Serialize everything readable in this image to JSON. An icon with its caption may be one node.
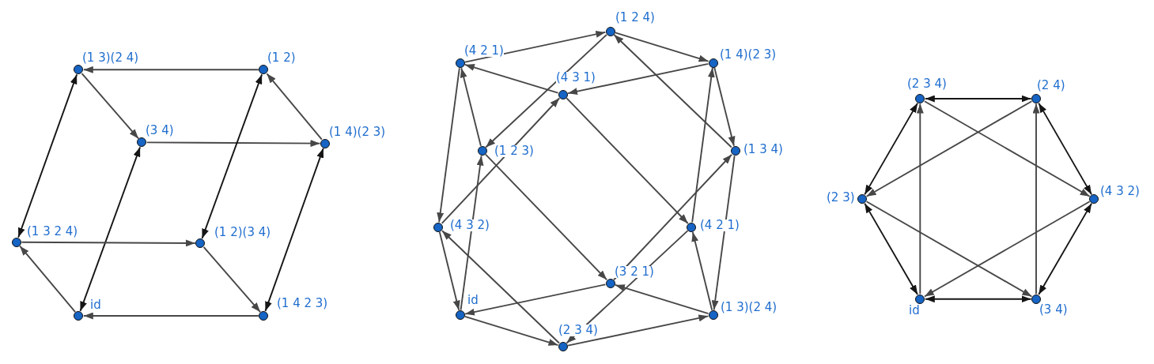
{
  "diagram": {
    "nodes": [
      {
        "text": [],
        "shape": "circle",
        "beside": [
          "(1 3)(2 4)"
        ]
      },
      {
        "text": [],
        "shape": "circle",
        "beside": [
          "(1 2)"
        ]
      },
      {
        "text": [],
        "shape": "circle",
        "beside": [
          "(3 4)"
        ]
      },
      {
        "text": [],
        "shape": "circle",
        "beside": [
          "(1 4)(2 3)"
        ]
      },
      {
        "text": [],
        "shape": "circle",
        "beside": [
          "(1 3 2 4)"
        ]
      },
      {
        "text": [],
        "shape": "circle",
        "beside": [
          "(1 2)(3 4)"
        ]
      },
      {
        "text": [],
        "shape": "circle",
        "beside": [
          "id"
        ]
      },
      {
        "text": [],
        "shape": "circle",
        "beside": [
          "(1 4 2 3)"
        ]
      },
      {
        "text": [],
        "shape": "circle",
        "beside": [
          "(1 2 4)"
        ]
      },
      {
        "text": [],
        "shape": "circle",
        "beside": [
          "(4 2 1)"
        ]
      },
      {
        "text": [],
        "shape": "circle",
        "beside": [
          "(1 4)(2 3)"
        ]
      },
      {
        "text": [],
        "shape": "circle",
        "beside": [
          "(4 3 1)"
        ]
      },
      {
        "text": [],
        "shape": "circle",
        "beside": [
          "(1 2 3)"
        ]
      },
      {
        "text": [],
        "shape": "circle",
        "beside": [
          "(1 3 4)"
        ]
      },
      {
        "text": [],
        "shape": "circle",
        "beside": [
          "(4 3 2)"
        ]
      },
      {
        "text": [],
        "shape": "circle",
        "beside": [
          "(4 2 1)"
        ]
      },
      {
        "text": [],
        "shape": "circle",
        "beside": [
          "(3 2 1)"
        ]
      },
      {
        "text": [],
        "shape": "circle",
        "beside": [
          "id"
        ]
      },
      {
        "text": [],
        "shape": "circle",
        "beside": [
          "(1 3)(2 4)"
        ]
      },
      {
        "text": [],
        "shape": "circle",
        "beside": [
          "(2 3 4)"
        ]
      },
      {
        "text": [],
        "shape": "circle",
        "beside": [
          "(2 3 4)"
        ]
      },
      {
        "text": [],
        "shape": "circle",
        "beside": [
          "(2 4)"
        ]
      },
      {
        "text": [],
        "shape": "circle",
        "beside": [
          "(2 3)"
        ]
      },
      {
        "text": [],
        "shape": "circle",
        "beside": [
          "(4 3 2)"
        ]
      },
      {
        "text": [],
        "shape": "circle",
        "beside": [
          "id"
        ]
      },
      {
        "text": [],
        "shape": "circle",
        "beside": [
          "(3 4)"
        ]
      }
    ],
    "edges": [
      {
        "from": 1,
        "to": 0,
        "arrow": "to"
      },
      {
        "from": 0,
        "to": 2,
        "arrow": "to"
      },
      {
        "from": 2,
        "to": 3,
        "arrow": "to"
      },
      {
        "from": 3,
        "to": 1,
        "arrow": "to"
      },
      {
        "from": 4,
        "to": 0,
        "arrow": "both",
        "color": "#151515"
      },
      {
        "from": 6,
        "to": 2,
        "arrow": "both",
        "color": "#151515"
      },
      {
        "from": 5,
        "to": 1,
        "arrow": "both",
        "color": "#151515"
      },
      {
        "from": 7,
        "to": 3,
        "arrow": "both",
        "color": "#151515"
      },
      {
        "from": 4,
        "to": 5,
        "arrow": "to"
      },
      {
        "from": 5,
        "to": 7,
        "arrow": "to"
      },
      {
        "from": 7,
        "to": 6,
        "arrow": "to"
      },
      {
        "from": 6,
        "to": 4,
        "arrow": "to"
      },
      {
        "from": 9,
        "to": 8,
        "arrow": "to"
      },
      {
        "from": 8,
        "to": 10,
        "arrow": "to"
      },
      {
        "from": 8,
        "to": 12,
        "arrow": "to"
      },
      {
        "from": 13,
        "to": 8,
        "arrow": "to"
      },
      {
        "from": 10,
        "to": 11,
        "arrow": "to"
      },
      {
        "from": 11,
        "to": 9,
        "arrow": "to"
      },
      {
        "from": 9,
        "to": 14,
        "arrow": "to"
      },
      {
        "from": 12,
        "to": 9,
        "arrow": "to"
      },
      {
        "from": 14,
        "to": 11,
        "arrow": "to"
      },
      {
        "from": 11,
        "to": 15,
        "arrow": "to"
      },
      {
        "from": 12,
        "to": 16,
        "arrow": "to"
      },
      {
        "from": 10,
        "to": 13,
        "arrow": "to"
      },
      {
        "from": 15,
        "to": 10,
        "arrow": "to"
      },
      {
        "from": 13,
        "to": 18,
        "arrow": "to"
      },
      {
        "from": 16,
        "to": 13,
        "arrow": "to"
      },
      {
        "from": 15,
        "to": 19,
        "arrow": "to"
      },
      {
        "from": 18,
        "to": 15,
        "arrow": "to"
      },
      {
        "from": 18,
        "to": 16,
        "arrow": "to"
      },
      {
        "from": 19,
        "to": 18,
        "arrow": "to"
      },
      {
        "from": 17,
        "to": 19,
        "arrow": "to"
      },
      {
        "from": 16,
        "to": 17,
        "arrow": "to"
      },
      {
        "from": 19,
        "to": 14,
        "arrow": "to"
      },
      {
        "from": 14,
        "to": 17,
        "arrow": "to"
      },
      {
        "from": 17,
        "to": 12,
        "arrow": "to"
      },
      {
        "from": 20,
        "to": 21,
        "arrow": "both",
        "color": "#151515"
      },
      {
        "from": 21,
        "to": 23,
        "arrow": "both",
        "color": "#151515"
      },
      {
        "from": 23,
        "to": 25,
        "arrow": "both",
        "color": "#151515"
      },
      {
        "from": 24,
        "to": 25,
        "arrow": "both",
        "color": "#151515"
      },
      {
        "from": 22,
        "to": 24,
        "arrow": "both",
        "color": "#151515"
      },
      {
        "from": 20,
        "to": 22,
        "arrow": "both",
        "color": "#151515"
      },
      {
        "from": 24,
        "to": 20,
        "arrow": "to"
      },
      {
        "from": 20,
        "to": 23,
        "arrow": "to"
      },
      {
        "from": 23,
        "to": 24,
        "arrow": "to"
      },
      {
        "from": 25,
        "to": 21,
        "arrow": "to"
      },
      {
        "from": 21,
        "to": 22,
        "arrow": "to"
      },
      {
        "from": 22,
        "to": 25,
        "arrow": "to"
      }
    ]
  }
}
